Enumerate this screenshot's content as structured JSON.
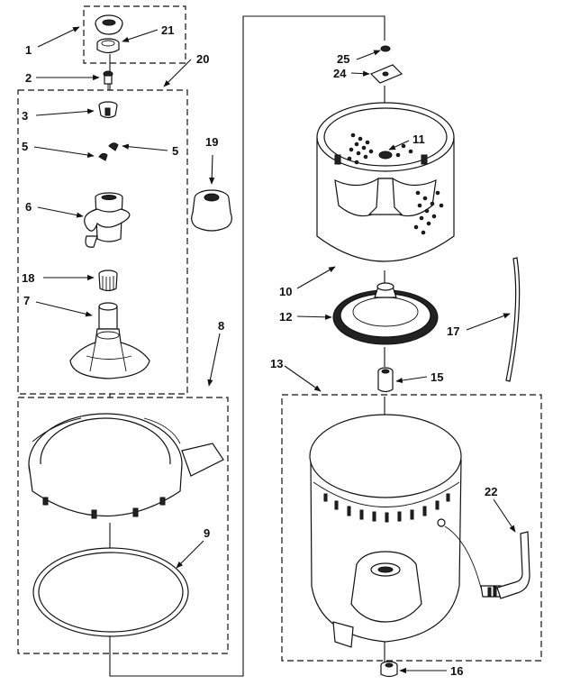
{
  "labels": {
    "l1": "1",
    "l2": "2",
    "l3": "3",
    "l5a": "5",
    "l5b": "5",
    "l6": "6",
    "l7": "7",
    "l8": "8",
    "l9": "9",
    "l10": "10",
    "l11": "11",
    "l12": "12",
    "l13": "13",
    "l15": "15",
    "l16": "16",
    "l17": "17",
    "l18": "18",
    "l19": "19",
    "l20": "20",
    "l21": "21",
    "l22": "22",
    "l24": "24",
    "l25": "25"
  }
}
